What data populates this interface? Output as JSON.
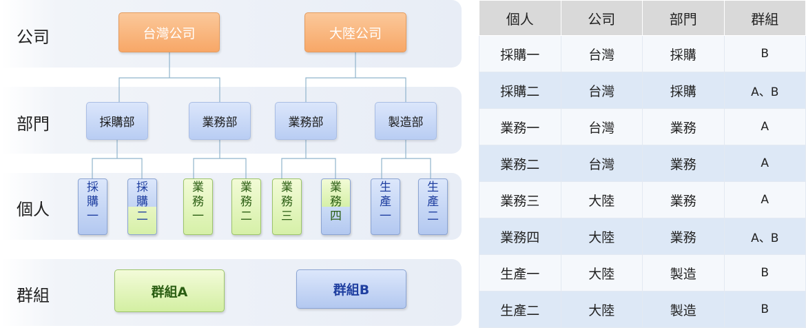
{
  "diagram": {
    "levels": [
      "公司",
      "部門",
      "個人",
      "群組"
    ],
    "companies": [
      "台灣公司",
      "大陸公司"
    ],
    "departments": [
      "採購部",
      "業務部",
      "業務部",
      "製造部"
    ],
    "persons": [
      {
        "chars": [
          "採",
          "購",
          "一"
        ],
        "color": "blue"
      },
      {
        "chars": [
          "採",
          "購",
          "二"
        ],
        "color": "blue-green"
      },
      {
        "chars": [
          "業",
          "務",
          "一"
        ],
        "color": "green"
      },
      {
        "chars": [
          "業",
          "務",
          "二"
        ],
        "color": "green"
      },
      {
        "chars": [
          "業",
          "務",
          "三"
        ],
        "color": "green"
      },
      {
        "chars": [
          "業",
          "務",
          "四"
        ],
        "color": "green-blue"
      },
      {
        "chars": [
          "生",
          "產",
          "一"
        ],
        "color": "blue"
      },
      {
        "chars": [
          "生",
          "產",
          "二"
        ],
        "color": "blue"
      }
    ],
    "groups": [
      "群組A",
      "群組B"
    ]
  },
  "table": {
    "headers": [
      "個人",
      "公司",
      "部門",
      "群組"
    ],
    "rows": [
      [
        "採購一",
        "台灣",
        "採購",
        "B"
      ],
      [
        "採購二",
        "台灣",
        "採購",
        "A、B"
      ],
      [
        "業務一",
        "台灣",
        "業務",
        "A"
      ],
      [
        "業務二",
        "台灣",
        "業務",
        "A"
      ],
      [
        "業務三",
        "大陸",
        "業務",
        "A"
      ],
      [
        "業務四",
        "大陸",
        "業務",
        "A、B"
      ],
      [
        "生產一",
        "大陸",
        "製造",
        "B"
      ],
      [
        "生產二",
        "大陸",
        "製造",
        "B"
      ]
    ]
  },
  "colors": {
    "company": "#f7a767",
    "department": "#b9cdf3",
    "person_blue": "#b3c8f0",
    "person_green": "#d6f0a8",
    "connector": "#8fb3cc"
  }
}
